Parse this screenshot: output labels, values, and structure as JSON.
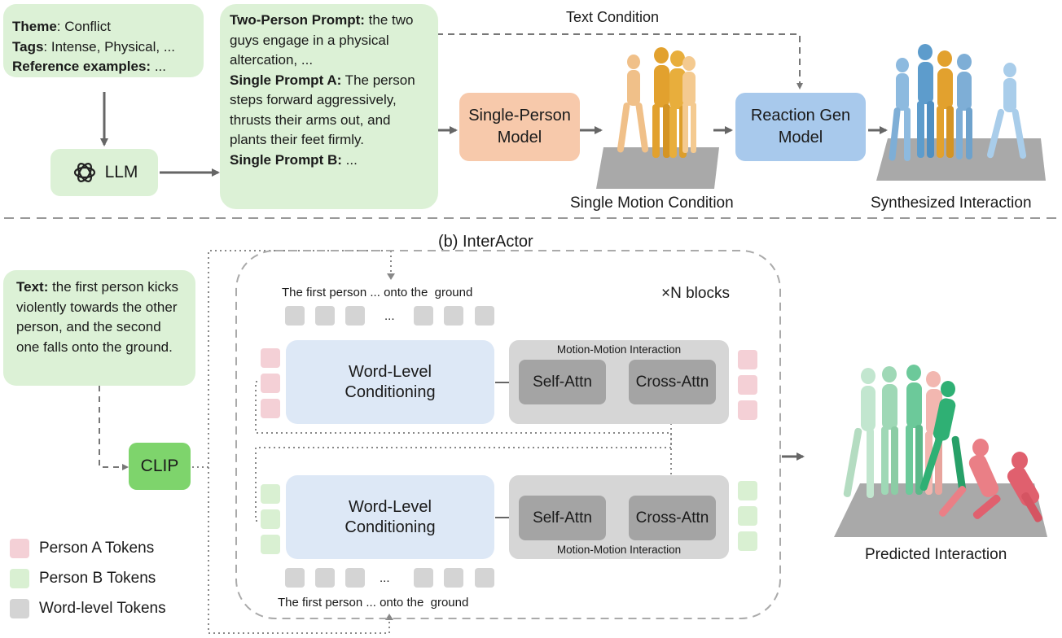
{
  "top": {
    "theme_box": {
      "theme_key": "Theme",
      "theme_val": ": Conflict",
      "tags_key": "Tags",
      "tags_val": ": Intense, Physical, ...",
      "ref_key": "Reference examples:",
      "ref_val": " ..."
    },
    "llm_label": "LLM",
    "prompt_box": {
      "two_key": "Two-Person Prompt:",
      "two_val": " the two guys engage in a physical altercation, ...",
      "a_key": "Single Prompt A:",
      "a_val": " The person steps forward aggressively, thrusts their arms out, and plants their feet firmly.",
      "b_key": "Single Prompt B:",
      "b_val": " ..."
    },
    "single_person_model": "Single-Person Model",
    "reaction_gen_model": "Reaction Gen Model",
    "text_condition": "Text Condition",
    "single_motion_condition": "Single Motion Condition",
    "synthesized_interaction": "Synthesized Interaction"
  },
  "bottom": {
    "title": "(b) InterActor",
    "text_box": {
      "key": "Text:",
      "val": " the first person kicks violently towards the other person, and the second one falls onto the ground."
    },
    "clip": "CLIP",
    "n_blocks": "×N blocks",
    "token_row_top": {
      "first": "The first person",
      "dots": "...",
      "rest": "onto the  ground"
    },
    "token_row_bottom": {
      "first": "The first person",
      "dots": "...",
      "rest": "onto the  ground"
    },
    "token_dots": "...",
    "word_level_conditioning": "Word-Level Conditioning",
    "motion_motion_interaction": "Motion-Motion Interaction",
    "self_attn": "Self-Attn",
    "cross_attn": "Cross-Attn",
    "predicted_interaction": "Predicted Interaction",
    "legend": [
      {
        "label": "Person A Tokens",
        "color": "#f4d0d6"
      },
      {
        "label": "Person B Tokens",
        "color": "#d9f0d2"
      },
      {
        "label": "Word-level Tokens",
        "color": "#d4d4d4"
      }
    ]
  },
  "colors": {
    "green_box": "#dcf1d6",
    "single_person_model": "#f7c9ab",
    "reaction_gen_model": "#a8c9ec",
    "clip": "#7ed46c",
    "word_level": "#dde8f6",
    "person_a": "#e0606e",
    "person_b": "#6cc99a",
    "motion_gold": "#e2a12e",
    "motion_blue": "#8dbadf"
  }
}
